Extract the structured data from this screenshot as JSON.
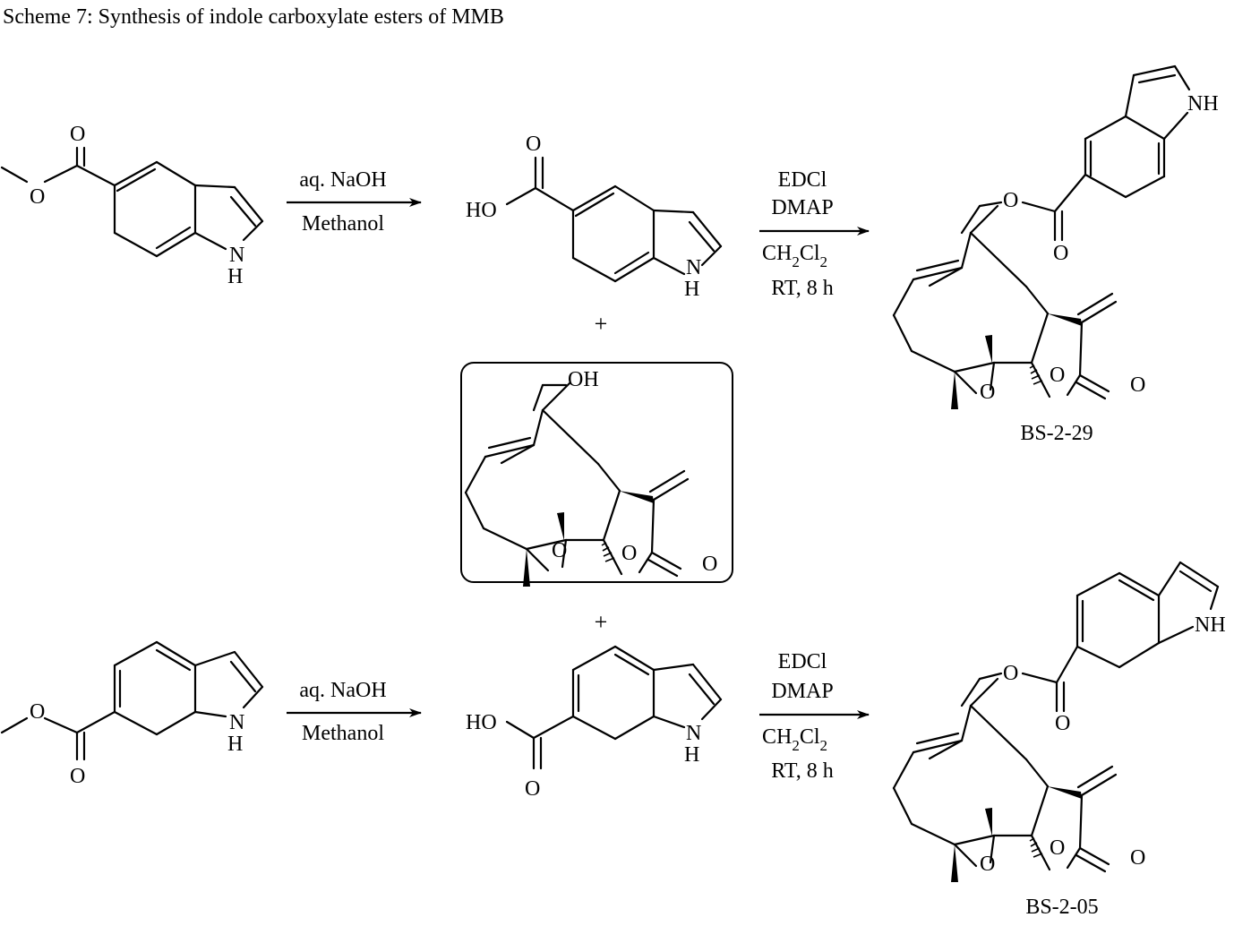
{
  "scheme_title": "Scheme 7: Synthesis of indole carboxylate esters of MMB",
  "atom_labels": {
    "O": "O",
    "HO": "HO",
    "OH": "OH",
    "N": "N",
    "H": "H",
    "NH": "NH"
  },
  "reaction_1": {
    "hydrolysis_reagent": "aq. NaOH",
    "hydrolysis_solvent": "Methanol",
    "coupling_reagent_1": "EDCl",
    "coupling_reagent_2": "DMAP",
    "coupling_solvent_main": "CH",
    "coupling_solvent_sub1": "2",
    "coupling_solvent_cl": "Cl",
    "coupling_solvent_sub2": "2",
    "conditions": "RT, 8 h",
    "product_label": "BS-2-29"
  },
  "reaction_2": {
    "hydrolysis_reagent": "aq. NaOH",
    "hydrolysis_solvent": "Methanol",
    "coupling_reagent_1": "EDCl",
    "coupling_reagent_2": "DMAP",
    "coupling_solvent_main": "CH",
    "coupling_solvent_sub1": "2",
    "coupling_solvent_cl": "Cl",
    "coupling_solvent_sub2": "2",
    "conditions": "RT, 8 h",
    "product_label": "BS-2-05"
  },
  "plus_sign": "+"
}
